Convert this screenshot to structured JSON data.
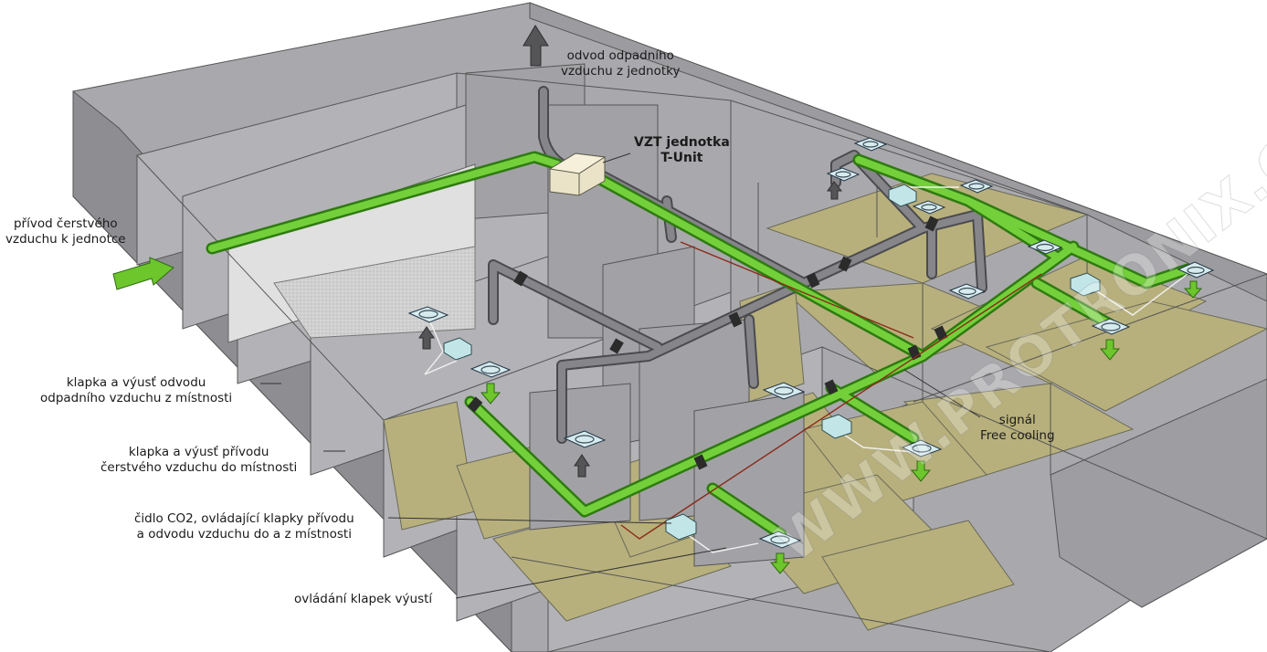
{
  "labels": {
    "exhaust_out": [
      "odvod odpadního",
      "vzduchu z jednotky"
    ],
    "unit": [
      "VZT jednotka",
      "T-Unit"
    ],
    "fresh_in": [
      "přívod čerstvého",
      "vzduchu k jednotce"
    ],
    "room_exhaust": [
      "klapka a výusť odvodu",
      "odpadního vzduchu z místnosti"
    ],
    "room_supply": [
      "klapka a výusť přívodu",
      "čerstvého vzduchu do místnosti"
    ],
    "co2_sensor": [
      "čidlo CO2, ovládající klapky přívodu",
      "a odvodu vzduchu do a z místnosti"
    ],
    "damper_control": "ovládání klapek výustí",
    "free_cooling": [
      "signál",
      "Free cooling"
    ]
  },
  "watermark": "WWW.PROTRONIX.CZ",
  "colors": {
    "supply_duct": "#6cc62c",
    "exhaust_duct": "#6f6f73",
    "floor": "#b8b07c",
    "wall": "#a4a4a8",
    "sensor": "#bfe4e6",
    "unit": "#ebe3c8"
  }
}
